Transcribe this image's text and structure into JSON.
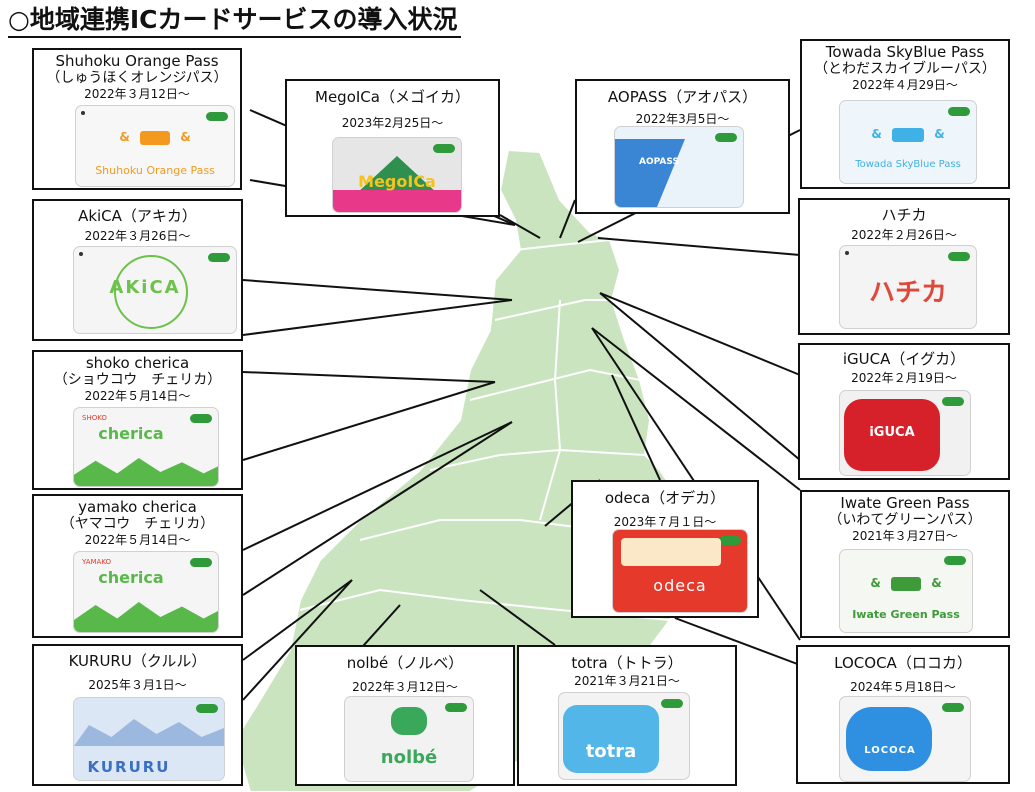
{
  "title": "○地域連携ICカードサービスの導入状況",
  "colors": {
    "map_fill": "#c9e4bf",
    "map_border": "#ffffff",
    "leader_line": "#111111",
    "box_border": "#111111"
  },
  "cards": [
    {
      "id": "shuhoku",
      "name": "Shuhoku Orange Pass",
      "reading": "（しゅうほくオレンジパス）",
      "date": "2022年３月12日～",
      "card_text": "Shuhoku Orange Pass",
      "card_prefix": "&",
      "card_suffix": "&",
      "card_color": "#f39a1e"
    },
    {
      "id": "megoica",
      "name": "MegoICa（メゴイカ）",
      "reading": "",
      "date": "2023年2月25日～",
      "card_text": "MegoICa",
      "card_color": "#e8388a"
    },
    {
      "id": "aopass",
      "name": "AOPASS（アオパス）",
      "reading": "",
      "date": "2022年3月5日～",
      "card_text": "AOPASS",
      "card_color": "#3a86d4"
    },
    {
      "id": "towada",
      "name": "Towada SkyBlue Pass",
      "reading": "（とわだスカイブルーパス）",
      "date": "2022年４月29日～",
      "card_text": "Towada SkyBlue Pass",
      "card_prefix": "&",
      "card_suffix": "&",
      "card_color": "#3fb1e6"
    },
    {
      "id": "akica",
      "name": "AkiCA（アキカ）",
      "reading": "",
      "date": "2022年３月26日～",
      "card_text": "AKiCA",
      "card_color": "#6cc24a"
    },
    {
      "id": "hachica",
      "name": "ハチカ",
      "reading": "",
      "date": "2022年２月26日～",
      "card_text": "ハチカ",
      "card_color": "#e0483a"
    },
    {
      "id": "shoko",
      "name": "shoko cherica",
      "reading": "（ショウコウ　チェリカ）",
      "date": "2022年５月14日～",
      "card_text": "cherica",
      "card_small": "SHOKO",
      "card_color": "#59b84a"
    },
    {
      "id": "iguca",
      "name": "iGUCA（イグカ）",
      "reading": "",
      "date": "2022年２月19日～",
      "card_text": "iGUCA",
      "card_color": "#d6202a"
    },
    {
      "id": "yamako",
      "name": "yamako cherica",
      "reading": "（ヤマコウ　チェリカ）",
      "date": "2022年５月14日～",
      "card_text": "cherica",
      "card_small": "YAMAKO",
      "card_color": "#59b84a"
    },
    {
      "id": "odeca",
      "name": "odeca（オデカ）",
      "reading": "",
      "date": "2023年７月１日～",
      "card_text": "odeca",
      "card_color": "#e53a2b"
    },
    {
      "id": "iwate",
      "name": "Iwate Green Pass",
      "reading": "（いわてグリーンパス）",
      "date": "2021年３月27日～",
      "card_text": "Iwate Green Pass",
      "card_prefix": "&",
      "card_suffix": "&",
      "card_color": "#3f9a3a"
    },
    {
      "id": "kururu",
      "name": "KURURU（クルル）",
      "reading": "",
      "date": "2025年３月1日～",
      "card_text": "KURURU",
      "card_color": "#3a6fc4"
    },
    {
      "id": "nolbe",
      "name": "nolbé（ノルベ）",
      "reading": "",
      "date": "2022年３月12日～",
      "card_text": "nolbé",
      "card_color": "#39a85a"
    },
    {
      "id": "totra",
      "name": "totra（トトラ）",
      "reading": "",
      "date": "2021年３月21日～",
      "card_text": "totra",
      "card_color": "#52b6e8"
    },
    {
      "id": "lococa",
      "name": "LOCOCA（ロコカ）",
      "reading": "",
      "date": "2024年５月18日～",
      "card_text": "LOCOCA",
      "card_color": "#2f8fe0"
    }
  ]
}
